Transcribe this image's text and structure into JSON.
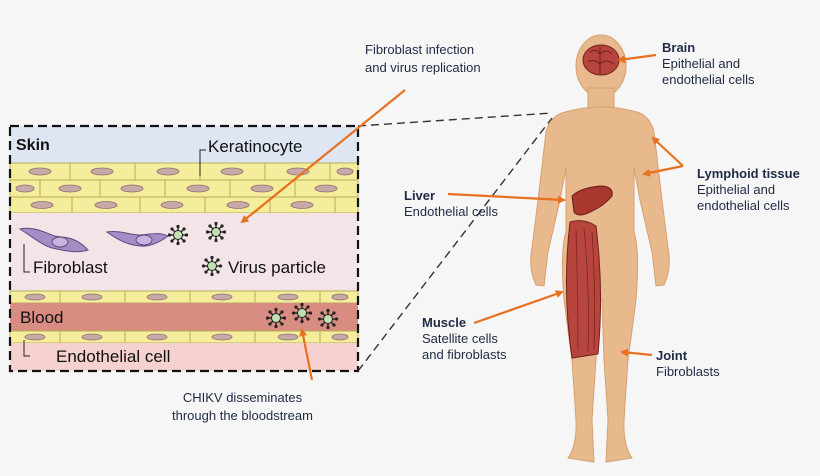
{
  "inset": {
    "skin_label": "Skin",
    "keratinocyte_label": "Keratinocyte",
    "fibroblast_label": "Fibroblast",
    "virus_label": "Virus particle",
    "blood_label": "Blood",
    "endothelial_label": "Endothelial cell"
  },
  "callouts": {
    "infection_line1": "Fibroblast infection",
    "infection_line2": "and virus replication",
    "dissem_line1": "CHIKV disseminates",
    "dissem_line2": "through the bloodstream"
  },
  "organs": {
    "brain": {
      "title": "Brain",
      "line1": "Epithelial and",
      "line2": "endothelial cells"
    },
    "lymphoid": {
      "title": "Lymphoid tissue",
      "line1": "Epithelial and",
      "line2": "endothelial cells"
    },
    "liver": {
      "title": "Liver",
      "line1": "Endothelial cells"
    },
    "muscle": {
      "title": "Muscle",
      "line1": "Satellite cells",
      "line2": "and fibroblasts"
    },
    "joint": {
      "title": "Joint",
      "line1": "Fibroblasts"
    }
  },
  "colors": {
    "arrow": "#e8701e",
    "skin_band": "#dde6f2",
    "keratinocyte": "#f4ed9c",
    "tissue": "#f3e5e7",
    "blood": "#d98c82",
    "endothelium_bg": "#f5d2cf",
    "fibroblast": "#a58cc4",
    "virus": "#bfe0b0",
    "body": "#e8b98c"
  }
}
